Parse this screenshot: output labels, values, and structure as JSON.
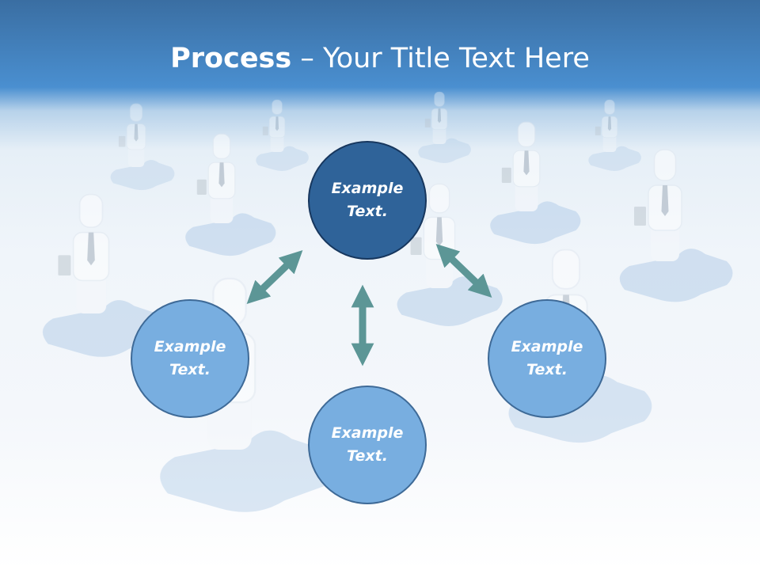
{
  "slide": {
    "title_bold": "Process",
    "title_rest": " – Your Title Text Here"
  },
  "diagram": {
    "center": {
      "line1": "Example",
      "line2": "Text."
    },
    "left": {
      "line1": "Example",
      "line2": "Text."
    },
    "right": {
      "line1": "Example",
      "line2": "Text."
    },
    "bottom": {
      "line1": "Example",
      "line2": "Text."
    }
  },
  "colors": {
    "header": "#4a8fd0",
    "center_node": "#2f6399",
    "outer_node": "#78aee0",
    "arrow": "#5c9696"
  },
  "background": {
    "icon": "businessman-on-puzzle-piece-icon"
  }
}
